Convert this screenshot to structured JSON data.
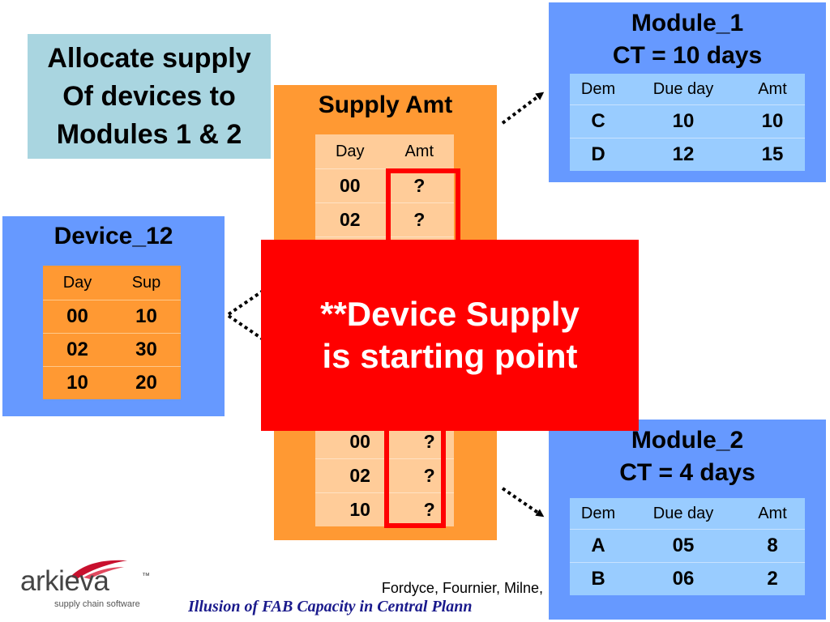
{
  "title_box": {
    "lines": [
      "Allocate supply",
      "Of devices to",
      "Modules 1 & 2"
    ]
  },
  "device_panel": {
    "title": "Device_12",
    "headers": [
      "Day",
      "Sup"
    ],
    "rows": [
      [
        "00",
        "10"
      ],
      [
        "02",
        "30"
      ],
      [
        "10",
        "20"
      ]
    ]
  },
  "supply_panel": {
    "title": "Supply Amt",
    "top_table": {
      "headers": [
        "Day",
        "Amt"
      ],
      "rows": [
        [
          "00",
          "?"
        ],
        [
          "02",
          "?"
        ]
      ]
    },
    "bottom_table": {
      "rows": [
        [
          "00",
          "?"
        ],
        [
          "02",
          "?"
        ],
        [
          "10",
          "?"
        ]
      ]
    }
  },
  "module_1": {
    "title_line1": "Module_1",
    "title_line2": "CT = 10 days",
    "headers": [
      "Dem",
      "Due day",
      "Amt"
    ],
    "rows": [
      [
        "C",
        "10",
        "10"
      ],
      [
        "D",
        "12",
        "15"
      ]
    ]
  },
  "module_2": {
    "title_line1": "Module_2",
    "title_line2": "CT = 4 days",
    "headers": [
      "Dem",
      "Due day",
      "Amt"
    ],
    "rows": [
      [
        "A",
        "05",
        "8"
      ],
      [
        "B",
        "06",
        "2"
      ]
    ]
  },
  "overlay": {
    "line1": "**Device Supply",
    "line2": "is starting point"
  },
  "footer": {
    "authors": "Fordyce, Fournier, Milne,",
    "title": "Illusion of FAB Capacity in Central Plann"
  },
  "logo": {
    "word": "arkieva",
    "tm": "™",
    "tagline": "supply chain software"
  },
  "colors": {
    "blue_panel": "#6699ff",
    "orange_panel": "#ff9933",
    "overlay_red": "#ff0000",
    "title_box": "#a9d5e0",
    "logo_swoosh": "#c8102e"
  }
}
